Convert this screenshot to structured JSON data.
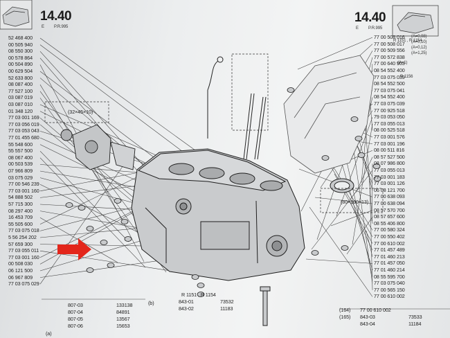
{
  "header": {
    "section_left": "14.40",
    "sub_left_a": "E",
    "sub_left_b": "P.R.995",
    "section_right": "14.40",
    "sub_right_a": "E",
    "sub_right_b": "P.R.995",
    "model_note": "R 1151 , R 1154",
    "model_note2": "R 1156"
  },
  "left_parts": [
    "52 468 400",
    "00 505 940",
    "08 550 300",
    "00 578 864",
    "00 504 890",
    "00 629 504",
    "52 633 800",
    "08 087 400",
    "77 527 100",
    "03 087 019",
    "03 087 010",
    "01 348 120",
    "77 03 001 169",
    "77 03 056 019",
    "77 03 053 043",
    "77 01 455 680",
    "55 548 600",
    "55 557 500",
    "08 067 400",
    "00 503 539",
    "07 966 809",
    "03 075 029",
    "77 00 546 239",
    "77 03 001 160",
    "54 888 502",
    "57 715 300",
    "08 297 400",
    "16 453 709",
    "55 505 600",
    "77 03 075 018",
    "5 56 254 202",
    "57 659 300",
    "77 03 055 011",
    "77 03 001 160",
    "00 508 030",
    "06 121 500",
    "06 967 809",
    "77 03 075 029"
  ],
  "right_parts": [
    "77 00 508 016",
    "77 00 508 017",
    "77 00 509 556",
    "77 00 572 838",
    "77 00 640 903",
    "08 54 552 400",
    "77 03 075 039",
    "08 54 552 500",
    "77 03 075 041",
    "08 54 552 400",
    "77 03 075 039",
    "77 00 925 518",
    "79 03 053 050",
    "77 03 055 013",
    "08 00 525 518",
    "77 03 001 576",
    "77 03 001 196",
    "08 00 511 816",
    "08 57 527 500",
    "08 07 986 800",
    "77 03 055 013",
    "77 03 001 183",
    "77 03 001 126",
    "06 08 121 700",
    "77 00 638 093",
    "77 00 638 094",
    "08 57 570 700",
    "08 57 657 600",
    "08 55 406 800",
    "77 00 580 324",
    "77 00 550 402",
    "77 00 610 002",
    "77 01 457 489",
    "77 01 460 213",
    "77 01 457 050",
    "77 01 460 214",
    "08 55 595 700",
    "77 03 075 040",
    "77 00 565 150",
    "77 00 610 002"
  ],
  "right_qualifiers": [
    "(A=0,08)",
    "(A=0,10)",
    "(A=0,12)",
    "(A=1,25)",
    "(A=1)"
  ],
  "callouts": {
    "bolt_spec": "(32×45×10)",
    "bearing_spec": "(80×100×13)"
  },
  "footer": {
    "left_mark": "(a)",
    "left_rows": [
      {
        "code": "807-03",
        "num": "133138"
      },
      {
        "code": "807-04",
        "num": "84891"
      },
      {
        "code": "807-05",
        "num": "13567"
      },
      {
        "code": "807-06",
        "num": "15653"
      }
    ],
    "mid_title": "R 1151 , R 1154",
    "mid_mark": "(b)",
    "mid_rows": [
      {
        "code": "843-01",
        "num": "73532"
      },
      {
        "code": "843-02",
        "num": "11183"
      }
    ],
    "right_rows": [
      {
        "ref": "(164)",
        "code": "77 00 610 002"
      },
      {
        "ref": "(165)",
        "code": "843-03",
        "num": "73533"
      },
      {
        "ref": "",
        "code": "843-04",
        "num": "11184"
      }
    ]
  },
  "colors": {
    "paper": "#eceeef",
    "ink": "#222222",
    "arrow": "#e3261b"
  },
  "icons": [
    "red-arrow-icon"
  ]
}
